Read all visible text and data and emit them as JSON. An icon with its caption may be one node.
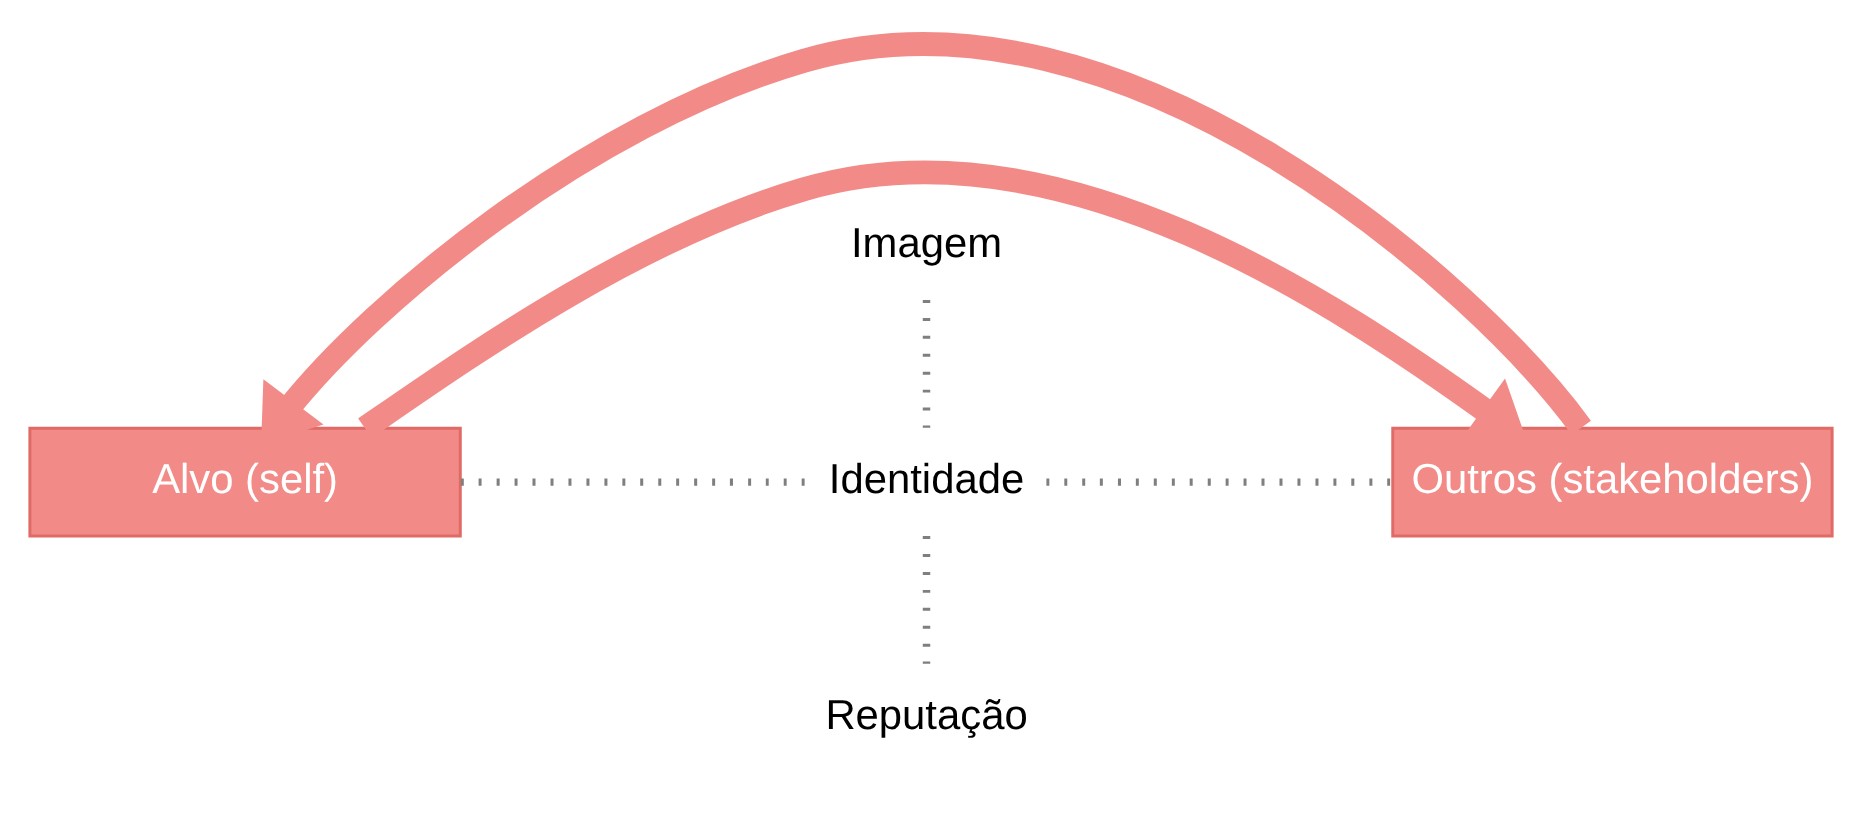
{
  "diagram": {
    "nodes": [
      {
        "text": [
          "Alvo (self)"
        ]
      },
      {
        "text": [
          "Imagem"
        ]
      },
      {
        "text": [
          "Identidade"
        ]
      },
      {
        "text": [
          "Outros (stakeholders)"
        ]
      },
      {
        "text": [
          "Reputação"
        ]
      }
    ],
    "edges": [
      {
        "from": 0,
        "to": 3,
        "arrow": "to",
        "style": "thick",
        "color": "#f28b88"
      },
      {
        "from": 1,
        "to": 2,
        "arrow": "none",
        "style": "dashed"
      },
      {
        "from": 0,
        "to": 2,
        "arrow": "none",
        "style": "dashed"
      },
      {
        "from": 2,
        "to": 3,
        "arrow": "none",
        "style": "dashed"
      },
      {
        "from": 2,
        "to": 4,
        "arrow": "none",
        "style": "dashed"
      },
      {
        "from": 3,
        "to": 0,
        "arrow": "to",
        "style": "thick",
        "color": "#f28b88"
      }
    ]
  }
}
